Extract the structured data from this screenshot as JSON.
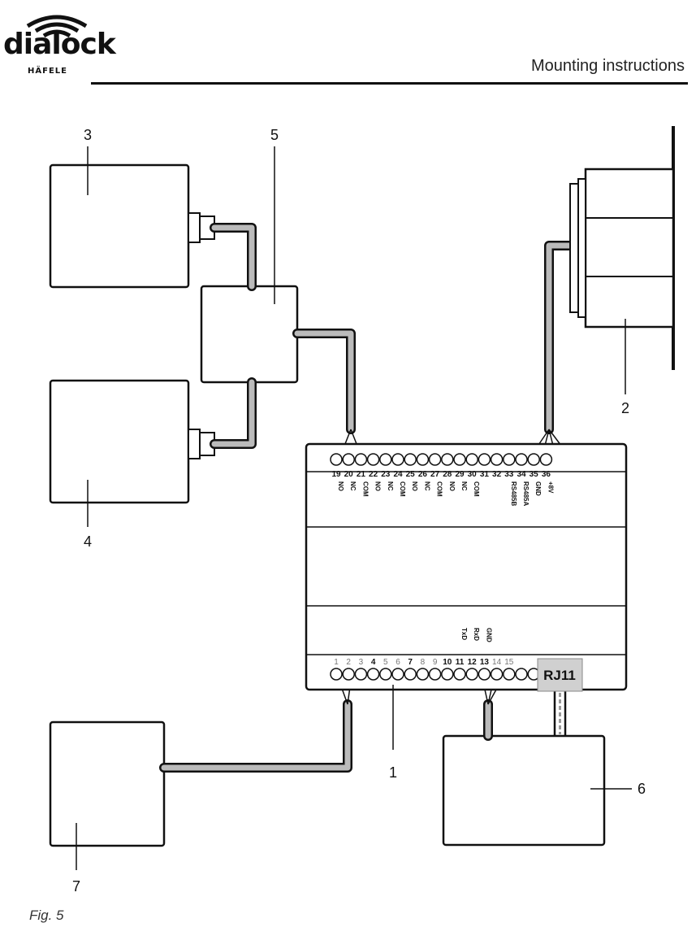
{
  "header": {
    "logo_text": "dialock",
    "logo_subtext": "HÄFELE",
    "title": "Mounting instructions"
  },
  "figure": {
    "caption": "Fig. 5",
    "callouts": [
      "1",
      "2",
      "3",
      "4",
      "5",
      "6",
      "7"
    ],
    "top_terminals": [
      "19",
      "20",
      "21",
      "22",
      "23",
      "24",
      "25",
      "26",
      "27",
      "28",
      "29",
      "30",
      "31",
      "32",
      "33",
      "34",
      "35",
      "36"
    ],
    "bottom_terminals": [
      "1",
      "2",
      "3",
      "4",
      "5",
      "6",
      "7",
      "8",
      "9",
      "10",
      "11",
      "12",
      "13",
      "14",
      "15"
    ],
    "bold_bottom_terminals": [
      "4",
      "7",
      "10",
      "11",
      "12",
      "13"
    ],
    "top_terminal_labels": [
      "NO",
      "NC",
      "COM",
      "NO",
      "NC",
      "COM",
      "NO",
      "NC",
      "COM",
      "NO",
      "NC",
      "COM",
      "",
      "",
      "RS485B",
      "RS485A",
      "GND",
      "+8V"
    ],
    "bottom_terminal_labels": [
      "TxD",
      "RxD",
      "GND"
    ],
    "rj_label": "RJ11"
  }
}
